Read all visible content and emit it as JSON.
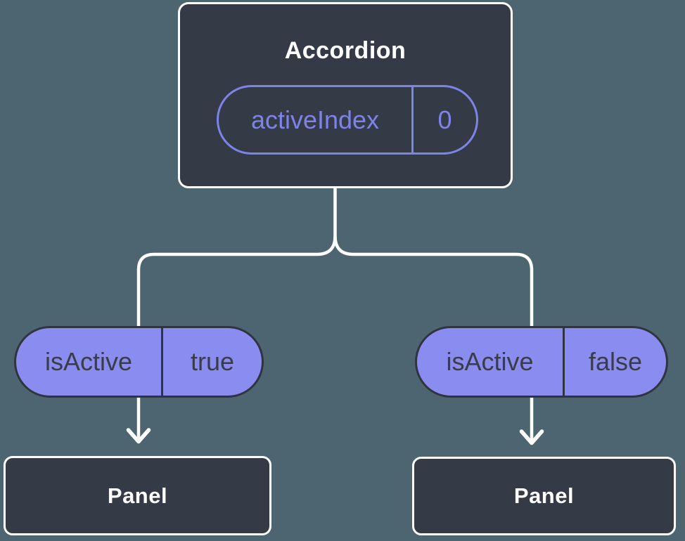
{
  "diagram": {
    "root": {
      "title": "Accordion",
      "prop": {
        "name": "activeIndex",
        "value": "0"
      }
    },
    "children": [
      {
        "state": {
          "name": "isActive",
          "value": "true"
        },
        "target": {
          "title": "Panel"
        }
      },
      {
        "state": {
          "name": "isActive",
          "value": "false"
        },
        "target": {
          "title": "Panel"
        }
      }
    ],
    "connectors": {
      "shape": "fork-from-root",
      "arrowheads": [
        "down",
        "down"
      ]
    }
  },
  "colors": {
    "background": "#4d6570",
    "node_fill": "#343a46",
    "node_border": "#ffffff",
    "title_text": "#ffffff",
    "accent_purple": "#7e83e8",
    "pill_fill": "#8b8cf0",
    "pill_border": "#2f3540",
    "pill_text": "#383d48",
    "connector": "#ffffff"
  }
}
